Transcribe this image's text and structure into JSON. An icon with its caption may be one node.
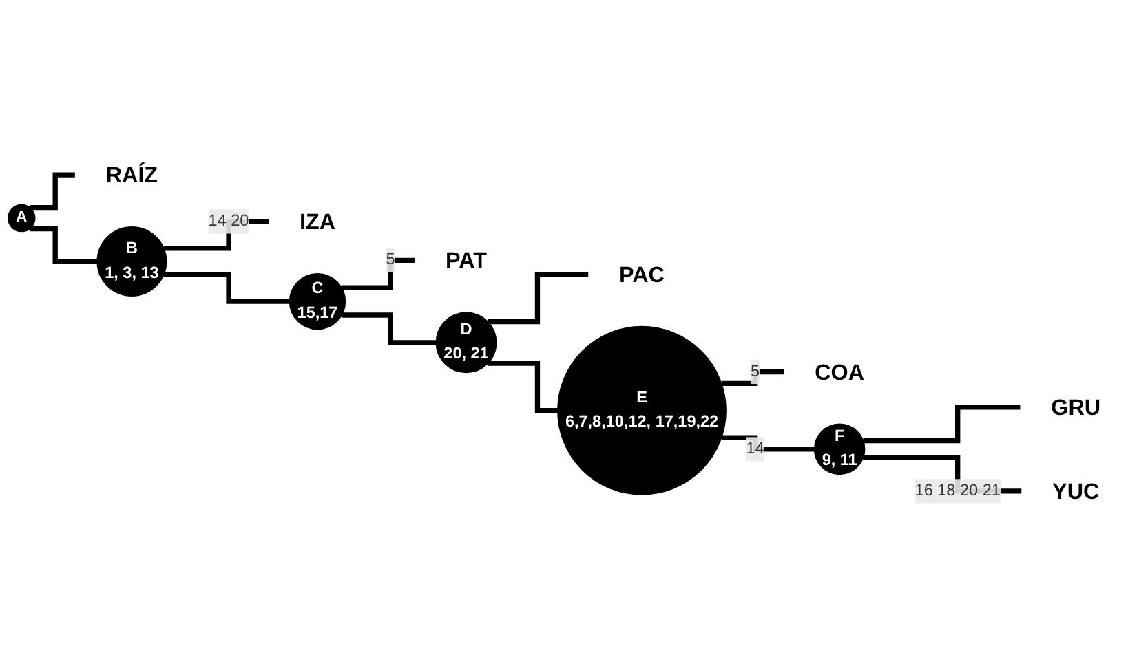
{
  "diagram": {
    "nodes": [
      {
        "text": [
          "A"
        ]
      },
      {
        "text": [
          "RAÍZ"
        ]
      },
      {
        "text": [
          "B",
          "1, 3, 13"
        ]
      },
      {
        "text": [
          "IZA"
        ]
      },
      {
        "text": [
          "C",
          "15,17"
        ]
      },
      {
        "text": [
          "PAT"
        ]
      },
      {
        "text": [
          "D",
          "20, 21"
        ]
      },
      {
        "text": [
          "PAC"
        ]
      },
      {
        "text": [
          "E",
          "6,7,8,10,12, 17,19,22"
        ]
      },
      {
        "text": [
          "COA"
        ]
      },
      {
        "text": [
          "F",
          "9, 11"
        ]
      },
      {
        "text": [
          "GRU"
        ]
      },
      {
        "text": [
          "YUC"
        ]
      }
    ],
    "edges": [
      {
        "from": 0,
        "to": 1,
        "arrow": "none"
      },
      {
        "from": 0,
        "to": 2,
        "arrow": "none"
      },
      {
        "from": 2,
        "to": 3,
        "arrow": "none",
        "label": "14 20"
      },
      {
        "from": 2,
        "to": 4,
        "arrow": "none"
      },
      {
        "from": 4,
        "to": 5,
        "arrow": "none",
        "label": "5"
      },
      {
        "from": 4,
        "to": 6,
        "arrow": "none"
      },
      {
        "from": 6,
        "to": 7,
        "arrow": "none"
      },
      {
        "from": 6,
        "to": 8,
        "arrow": "none"
      },
      {
        "from": 8,
        "to": 9,
        "arrow": "none",
        "label": "5"
      },
      {
        "from": 8,
        "to": 10,
        "arrow": "none",
        "label": "14"
      },
      {
        "from": 10,
        "to": 11,
        "arrow": "none"
      },
      {
        "from": 10,
        "to": 12,
        "arrow": "none",
        "label": "16 18 20 21"
      }
    ]
  }
}
